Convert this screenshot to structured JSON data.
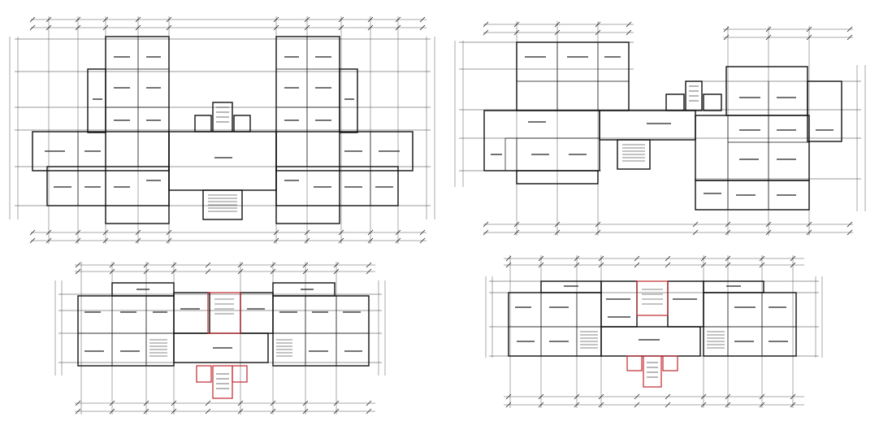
{
  "drawing": {
    "background": "#ffffff",
    "line_color": "#111111",
    "accent_color": "#c0272d",
    "plans": [
      {
        "id": "plan-1",
        "position": "top-left",
        "text_legible": false
      },
      {
        "id": "plan-2",
        "position": "top-right",
        "text_legible": false
      },
      {
        "id": "plan-3",
        "position": "bottom-left",
        "text_legible": false
      },
      {
        "id": "plan-4",
        "position": "bottom-right",
        "text_legible": false
      }
    ]
  }
}
